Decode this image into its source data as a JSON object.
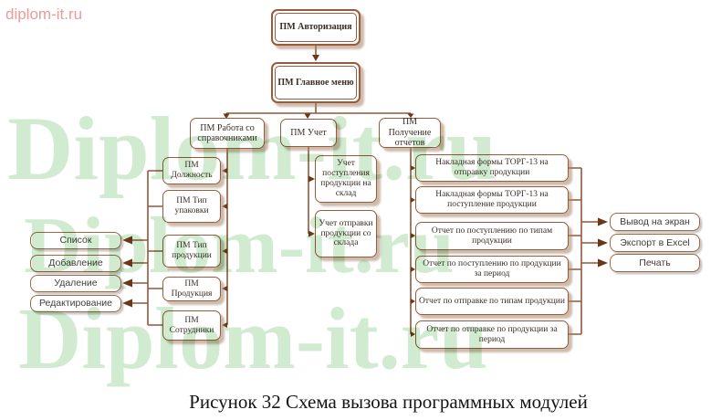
{
  "watermark": {
    "logo": "diplom-it.ru",
    "text": "Diplom-it.ru"
  },
  "caption": "Рисунок 32 Схема вызова программных модулей",
  "colors": {
    "box_border": "#9a5b3d",
    "wire": "#92583a",
    "arrow": "#6a3817",
    "watermark": "#d0ebd0",
    "logo": "#ec9a9a"
  },
  "diagram": {
    "auth": "ПМ Авторизация",
    "main_menu": "ПМ Главное меню",
    "branches": {
      "directories": "ПМ Работа со справочниками",
      "accounting": "ПМ Учет",
      "reports": "ПМ Получение отчетов"
    },
    "directory_modules": [
      "ПМ Должность",
      "ПМ Тип упаковки",
      "ПМ Тип продукции",
      "ПМ Продукция",
      "ПМ Сотрудники"
    ],
    "directory_actions": [
      "Список",
      "Добавление",
      "Удаление",
      "Редактирование"
    ],
    "accounting_modules": [
      "Учет поступления продукции на склад",
      "Учет отправки продукции со склада"
    ],
    "report_modules": [
      "Накладная формы ТОРГ-13 на отправку продукции",
      "Накладная формы ТОРГ-13 на поступление продукции",
      "Отчет по поступлению по типам продукции",
      "Отчет по поступлению по продукции за период",
      "Отчет по отправке по типам продукции",
      "Отчет по отправке по продукции за период"
    ],
    "output_modules": [
      "Вывод на экран",
      "Экспорт в Excel",
      "Печать"
    ]
  }
}
